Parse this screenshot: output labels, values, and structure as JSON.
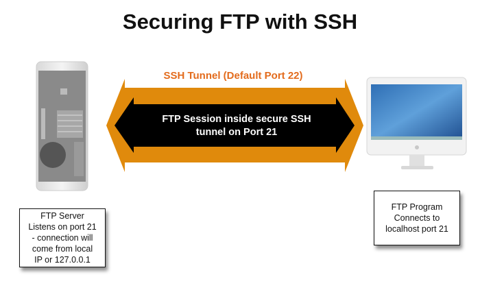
{
  "title": "Securing FTP with SSH",
  "tunnel": {
    "outer_label": "SSH Tunnel (Default Port 22)",
    "inner_label_lines": [
      "FTP Session inside secure SSH",
      "tunnel on Port 21"
    ]
  },
  "server": {
    "icon": "server-tower-icon",
    "note_lines": [
      "FTP Server",
      "Listens on port 21",
      "- connection will",
      "come from local",
      "IP or 127.0.0.1"
    ]
  },
  "client": {
    "icon": "desktop-computer-icon",
    "note_lines": [
      "FTP Program",
      "Connects to",
      "localhost port 21"
    ]
  },
  "colors": {
    "tunnel": "#e08a0c",
    "session": "#000000",
    "label": "#e36b1c"
  }
}
